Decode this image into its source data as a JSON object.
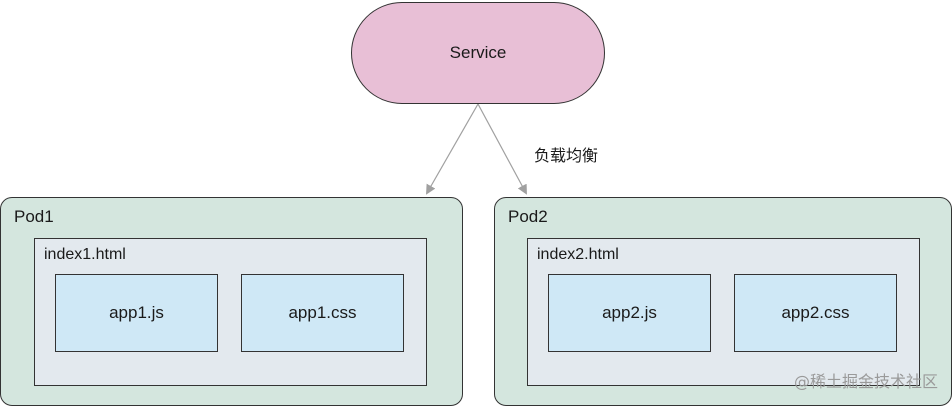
{
  "service": {
    "label": "Service"
  },
  "edge_label": "负载均衡",
  "pods": [
    {
      "label": "Pod1",
      "html": "index1.html",
      "js": "app1.js",
      "css": "app1.css"
    },
    {
      "label": "Pod2",
      "html": "index2.html",
      "js": "app2.js",
      "css": "app2.css"
    }
  ],
  "watermark": "@稀土掘金技术社区",
  "colors": {
    "service_fill": "#e8bfd6",
    "pod_fill": "#d4e6de",
    "html_fill": "#e3e9ee",
    "asset_fill": "#cfe8f6",
    "arrow": "#a0a0a0"
  }
}
